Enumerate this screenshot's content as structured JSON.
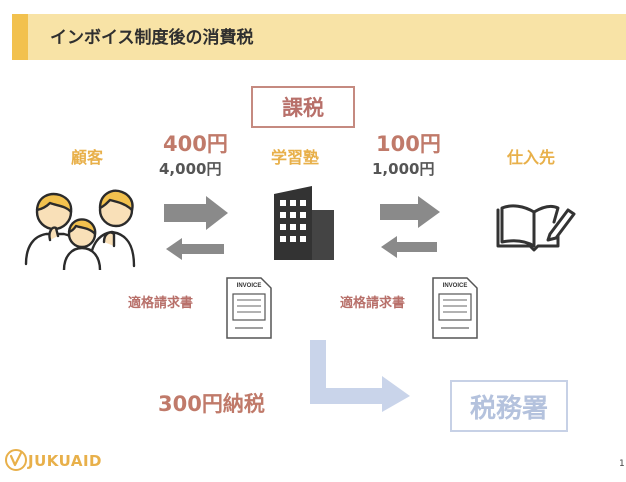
{
  "title": "インボイス制度後の消費税",
  "labels": {
    "customer": "顧客",
    "school": "学習塾",
    "supplier": "仕入先",
    "taxable": "課税",
    "tax_office": "税務署"
  },
  "amounts": {
    "left_tax": "400円",
    "left_price": "4,000円",
    "right_tax": "100円",
    "right_price": "1,000円",
    "tax_payment": "300円納税"
  },
  "invoice": {
    "label_left": "適格請求書",
    "label_right": "適格請求書",
    "doc_title": "INVOICE"
  },
  "logo": {
    "text": "JUKUAID"
  },
  "page_number": "1",
  "colors": {
    "title_bar": "#f8e3a6",
    "title_accent": "#f2c14e",
    "accent_red": "#c07a6a",
    "accent_yellow": "#e8b04a",
    "tax_flow_arrow": "#c9d4ea",
    "gray_arrow": "#8a8a8a"
  },
  "icons": [
    "family-icon",
    "building-icon",
    "book-icon",
    "invoice-icon",
    "logo-icon"
  ]
}
